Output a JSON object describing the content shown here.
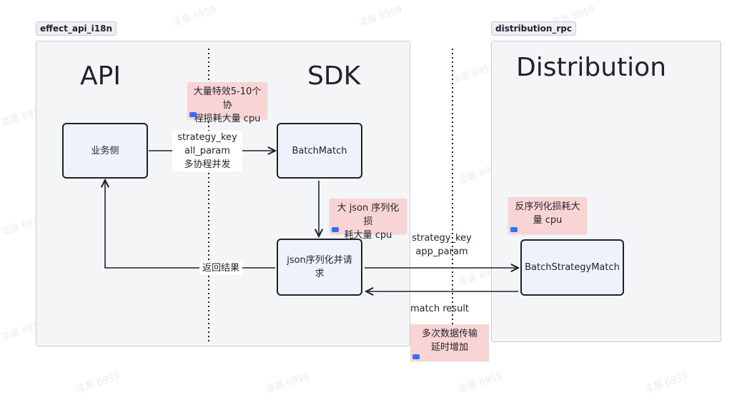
{
  "frames": {
    "left": {
      "tag": "effect_api_i18n"
    },
    "right": {
      "tag": "distribution_rpc"
    }
  },
  "lanes": {
    "api": "API",
    "sdk": "SDK",
    "distribution": "Distribution"
  },
  "nodes": {
    "business": "业务侧",
    "batch_match": "BatchMatch",
    "json_request": "json序列化并请求",
    "batch_strategy_match": "BatchStrategyMatch"
  },
  "edges": {
    "business_to_batch": [
      "strategy_key",
      "all_param",
      "多协程并发"
    ],
    "return_result": "返回结果",
    "request_to_distribution": [
      "strategy_key",
      "app_param"
    ],
    "match_result": "match result"
  },
  "notes": {
    "coroutine_cpu": [
      "大量特效5-10个协",
      "程损耗大量 cpu"
    ],
    "json_cpu": [
      "大 json 序列化损",
      "耗大量 cpu"
    ],
    "deserialize_cpu": [
      "反序列化损耗大",
      "量 cpu"
    ],
    "latency": [
      "多次数据传输",
      "延时增加"
    ]
  },
  "watermark": "凌晨 6959"
}
